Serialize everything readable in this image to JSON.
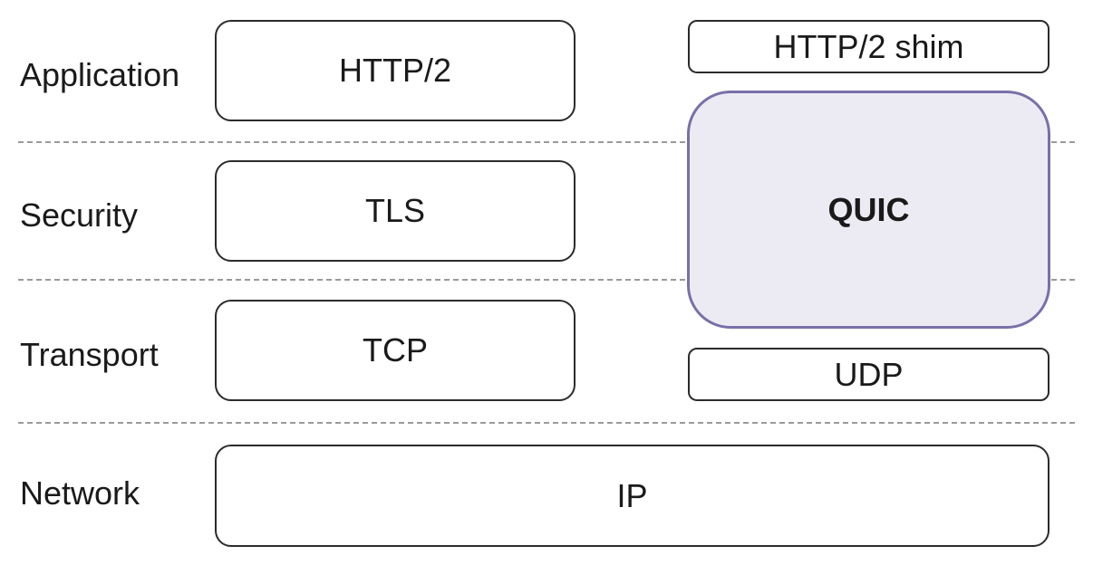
{
  "layers": {
    "application": "Application",
    "security": "Security",
    "transport": "Transport",
    "network": "Network"
  },
  "left_stack": {
    "http2": "HTTP/2",
    "tls": "TLS",
    "tcp": "TCP"
  },
  "right_stack": {
    "http2_shim": "HTTP/2 shim",
    "quic": "QUIC",
    "udp": "UDP"
  },
  "shared": {
    "ip": "IP"
  },
  "colors": {
    "quic_border": "#7a6fa8",
    "quic_fill": "#ecebf4",
    "box_border": "#2b2b2b",
    "divider": "#9a9a9a"
  }
}
